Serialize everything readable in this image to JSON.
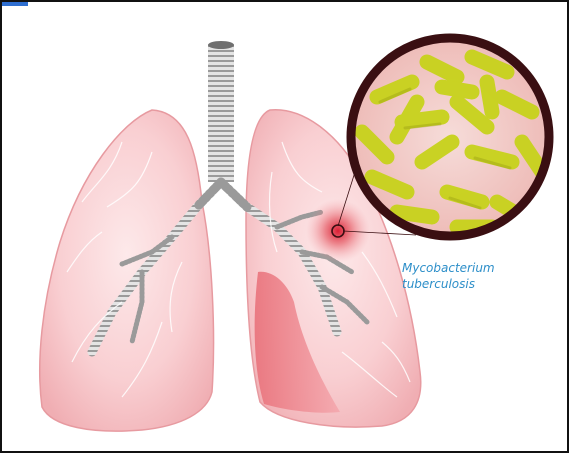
{
  "diagram": {
    "callout_label_lines": [
      "Mycobacterium",
      "tuberculosis"
    ],
    "colors": {
      "lung_fill": "#f7c6c9",
      "lung_stroke": "#e79aa0",
      "infection_core": "#d9142b",
      "collapsed_lobe": "#e86a74",
      "trachea": "#d8d8d8",
      "trachea_dark": "#8f8f8f",
      "magnifier_ring": "#3a0f12",
      "magnifier_bg": "#f3d1cf",
      "bacteria": "#c7d21b",
      "label": "#2e8fc9",
      "frame": "#111111",
      "corner_accent": "#2f6fd1"
    },
    "icons": [
      "lungs-illustration",
      "magnifier-inset",
      "bacteria-cluster",
      "infection-spot"
    ]
  }
}
